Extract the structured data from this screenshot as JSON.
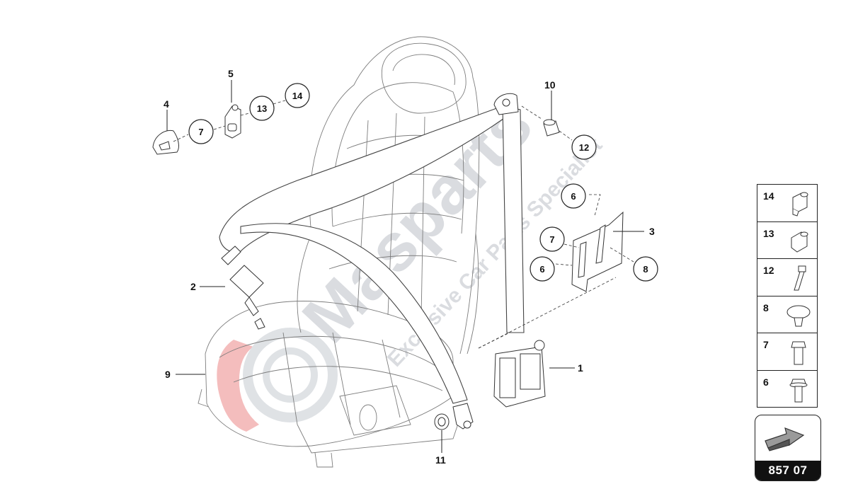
{
  "diagram": {
    "callouts": [
      {
        "id": "c1",
        "label": "1"
      },
      {
        "id": "c2",
        "label": "2"
      },
      {
        "id": "c3",
        "label": "3"
      },
      {
        "id": "c4",
        "label": "4"
      },
      {
        "id": "c5",
        "label": "5"
      },
      {
        "id": "c9",
        "label": "9"
      },
      {
        "id": "c10",
        "label": "10"
      },
      {
        "id": "c11",
        "label": "11"
      }
    ],
    "circled_callouts": [
      {
        "id": "k7a",
        "label": "7"
      },
      {
        "id": "k13",
        "label": "13"
      },
      {
        "id": "k14",
        "label": "14"
      },
      {
        "id": "k12",
        "label": "12"
      },
      {
        "id": "k6a",
        "label": "6"
      },
      {
        "id": "k7b",
        "label": "7"
      },
      {
        "id": "k6b",
        "label": "6"
      },
      {
        "id": "k8",
        "label": "8"
      }
    ]
  },
  "watermark": {
    "brand": "Masparts",
    "tagline": "Exclusive Car Parts Specialist",
    "colors": {
      "text": "#d6d9dd",
      "logo_red": "#f3b6b6"
    }
  },
  "legend": {
    "items": [
      {
        "number": "14",
        "icon": "threaded-insert-icon"
      },
      {
        "number": "13",
        "icon": "spacer-sleeve-icon"
      },
      {
        "number": "12",
        "icon": "bolt-icon"
      },
      {
        "number": "8",
        "icon": "plug-cap-icon"
      },
      {
        "number": "7",
        "icon": "hex-bolt-icon"
      },
      {
        "number": "6",
        "icon": "flange-bolt-icon"
      }
    ]
  },
  "catalog": {
    "number": "857 07",
    "icon": "direction-arrow-icon"
  }
}
